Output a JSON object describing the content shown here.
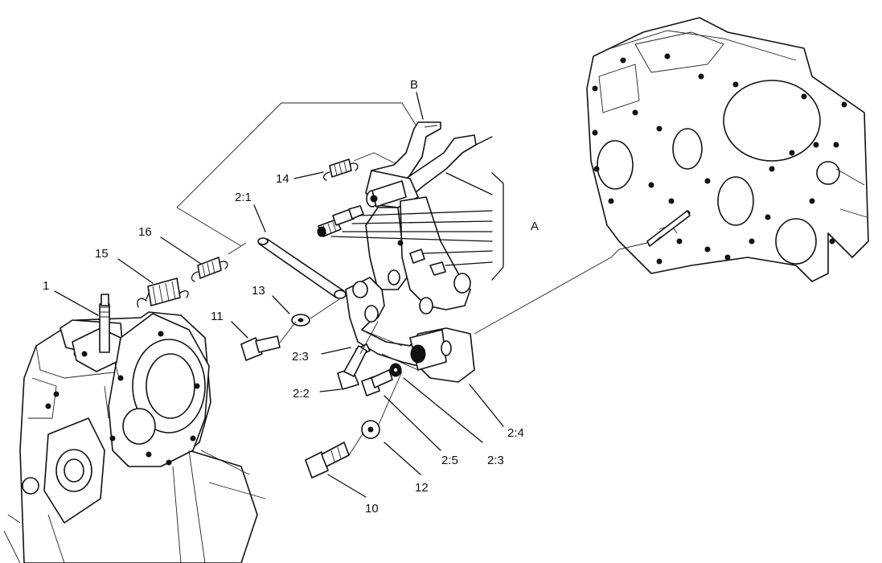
{
  "labels": {
    "l1": "1",
    "l15": "15",
    "l16": "16",
    "l14": "14",
    "lB": "B",
    "lA": "A",
    "l2_1": "2:1",
    "l13": "13",
    "l11": "11",
    "l2_3a": "2:3",
    "l2_2": "2:2",
    "l2_4": "2:4",
    "l2_5": "2:5",
    "l2_3b": "2:3",
    "l12": "12",
    "l10": "10"
  }
}
